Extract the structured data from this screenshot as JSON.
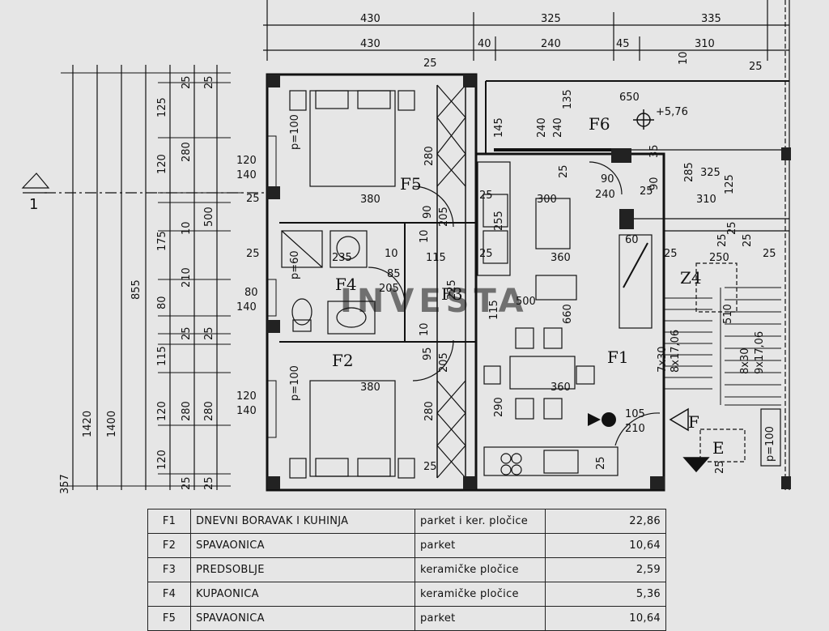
{
  "dimensions": {
    "top_row1": [
      "430",
      "325",
      "335"
    ],
    "top_row2": [
      "430",
      "40",
      "240",
      "45",
      "310"
    ],
    "left_col1": [
      "1420",
      "357"
    ],
    "left_col2": [
      "1400"
    ],
    "left_col3": [
      "855"
    ],
    "left_col4": [
      "125",
      "120",
      "175",
      "210",
      "80",
      "115",
      "120",
      "120"
    ],
    "left_col5": [
      "280",
      "500",
      "280"
    ],
    "left_small": [
      "25",
      "25",
      "10",
      "25",
      "25",
      "25",
      "25"
    ],
    "f5_window": [
      "120",
      "140"
    ],
    "f4_window": [
      "80",
      "140"
    ],
    "f2_window": [
      "120",
      "140"
    ],
    "door_labels": [
      "p=100",
      "p=60",
      "p=100",
      "p=100"
    ],
    "f5_width": "380",
    "f5_depth": "280",
    "f2_width": "380",
    "f2_depth": "280",
    "f4_dims": [
      "235",
      "10",
      "85",
      "205"
    ],
    "f3_dims": [
      "115",
      "225",
      "115",
      "10",
      "10"
    ],
    "door_heights": [
      "90",
      "205",
      "95",
      "205"
    ],
    "f6_dims": [
      "650",
      "145",
      "135",
      "240",
      "240",
      "25",
      "90",
      "240",
      "25"
    ],
    "f6_level": "+5,76",
    "right_block": [
      "35",
      "285",
      "325",
      "90",
      "125",
      "310",
      "10"
    ],
    "f1_dims": [
      "300",
      "255",
      "360",
      "500",
      "660",
      "360",
      "290",
      "10",
      "115"
    ],
    "stair_dims": [
      "25",
      "250",
      "25",
      "510",
      "7x30",
      "8x17,06",
      "8x30",
      "9x17,06",
      "60",
      "25",
      "25"
    ],
    "entry_dims": [
      "105",
      "210"
    ],
    "bottom_misc": [
      "25",
      "25",
      "25",
      "25"
    ]
  },
  "rooms": {
    "f1": "F1",
    "f2": "F2",
    "f3": "F3",
    "f4": "F4",
    "f5": "F5",
    "f6": "F6",
    "z4": "Z4",
    "e": "E",
    "f_marker": "F"
  },
  "section_marker": "1",
  "watermark": "INVESTA",
  "legend": [
    [
      "F1",
      "DNEVNI BORAVAK I KUHINJA",
      "parket i ker. pločice",
      "22,86"
    ],
    [
      "F2",
      "SPAVAONICA",
      "parket",
      "10,64"
    ],
    [
      "F3",
      "PREDSOBLJE",
      "keramičke pločice",
      "2,59"
    ],
    [
      "F4",
      "KUPAONICA",
      "keramičke pločice",
      "5,36"
    ],
    [
      "F5",
      "SPAVAONICA",
      "parket",
      "10,64"
    ]
  ]
}
